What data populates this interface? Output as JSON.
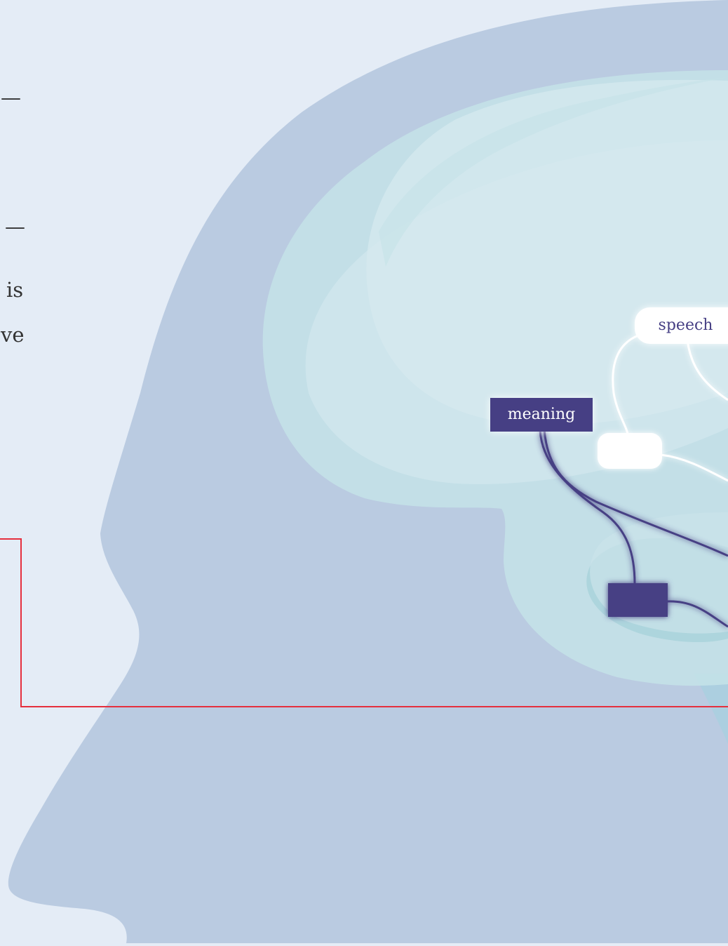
{
  "text_fragments": [
    {
      "id": "frag-dash-1",
      "text": "—"
    },
    {
      "id": "frag-dash-2",
      "text": "—"
    },
    {
      "id": "frag-is",
      "text": "is"
    },
    {
      "id": "frag-ve",
      "text": "ve"
    }
  ],
  "labels": {
    "speech": "speech",
    "meaning": "meaning"
  },
  "colors": {
    "page_background": "#e4ecf6",
    "head_silhouette": "#bacbe1",
    "brain_region": "#c9e3e8",
    "connector_purple": "#463f84",
    "connector_white": "#ffffff",
    "red_guide": "#e52f3d",
    "label_text_purple": "#463f84",
    "body_text": "#333333"
  }
}
